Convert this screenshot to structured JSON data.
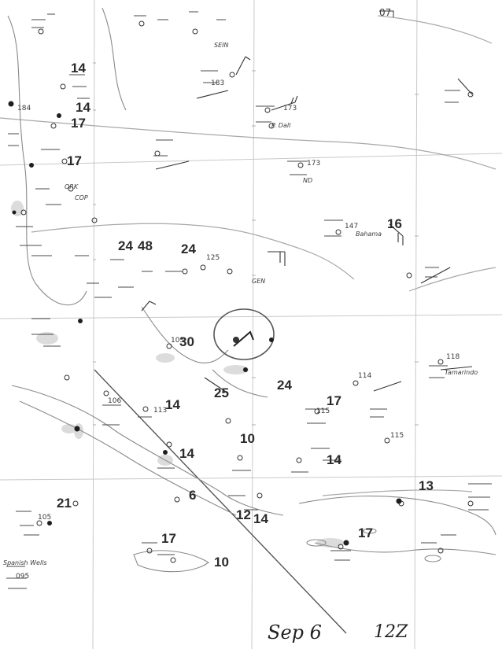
{
  "map": {
    "caption": {
      "date": "Sep 6",
      "time": "12Z"
    },
    "stations": [
      {
        "label": "SEIN"
      },
      {
        "label": "P. Dall"
      },
      {
        "label": "ND"
      },
      {
        "label": "Bahama"
      },
      {
        "label": "Tamarindo"
      },
      {
        "label": "Spanish Wells"
      },
      {
        "label": "ORK"
      },
      {
        "label": "COP"
      },
      {
        "label": "GEN"
      }
    ],
    "isotach_labels": [
      "14",
      "17",
      "17",
      "14",
      "24",
      "48",
      "24",
      "30",
      "25",
      "24",
      "17",
      "14",
      "14",
      "10",
      "14",
      "6",
      "12",
      "14",
      "17",
      "13",
      "16",
      "17",
      "21",
      "10"
    ],
    "plot_values": [
      "184",
      "173",
      "183",
      "173",
      "147",
      "115",
      "106",
      "113",
      "118",
      "115",
      "105",
      "125",
      "114",
      "105",
      "095"
    ],
    "corner_mark": "07"
  }
}
